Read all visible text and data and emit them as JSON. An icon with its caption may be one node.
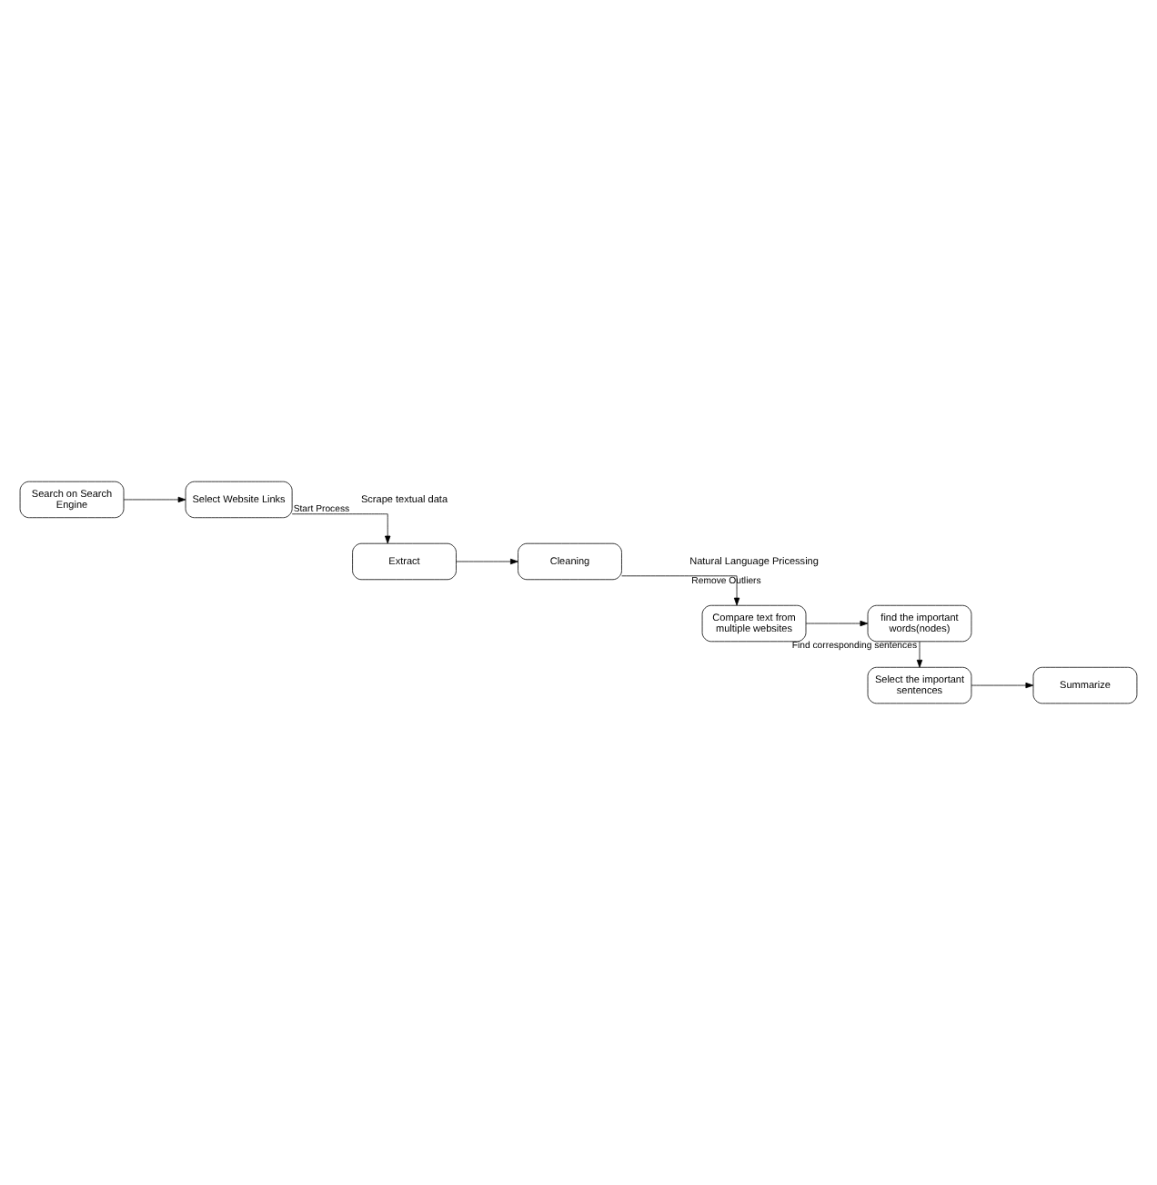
{
  "diagram": {
    "nodes": [
      {
        "text": [
          "Search on Search Engine"
        ]
      },
      {
        "text": [
          "Select Website Links"
        ]
      },
      {
        "text": [
          "Extract"
        ]
      },
      {
        "text": [
          "Cleaning"
        ]
      },
      {
        "text": [
          "Compare text from multiple websites"
        ]
      },
      {
        "text": [
          "find the important words(nodes)"
        ]
      },
      {
        "text": [
          "Select the important sentences"
        ]
      },
      {
        "text": [
          "Summarize"
        ]
      }
    ],
    "edges": [
      {
        "from": 0,
        "to": 1,
        "arrow": "to"
      },
      {
        "from": 1,
        "to": 2,
        "arrow": "to",
        "label": "Start Process"
      },
      {
        "from": 2,
        "to": 3,
        "arrow": "to"
      },
      {
        "from": 3,
        "to": 4,
        "arrow": "to",
        "label": "Remove Outliers"
      },
      {
        "from": 4,
        "to": 5,
        "arrow": "to"
      },
      {
        "from": 5,
        "to": 6,
        "arrow": "to",
        "label": "Find corresponding sentences"
      },
      {
        "from": 6,
        "to": 7,
        "arrow": "to"
      }
    ],
    "labels": [
      "Scrape textual data",
      "Natural Language Pricessing"
    ]
  }
}
